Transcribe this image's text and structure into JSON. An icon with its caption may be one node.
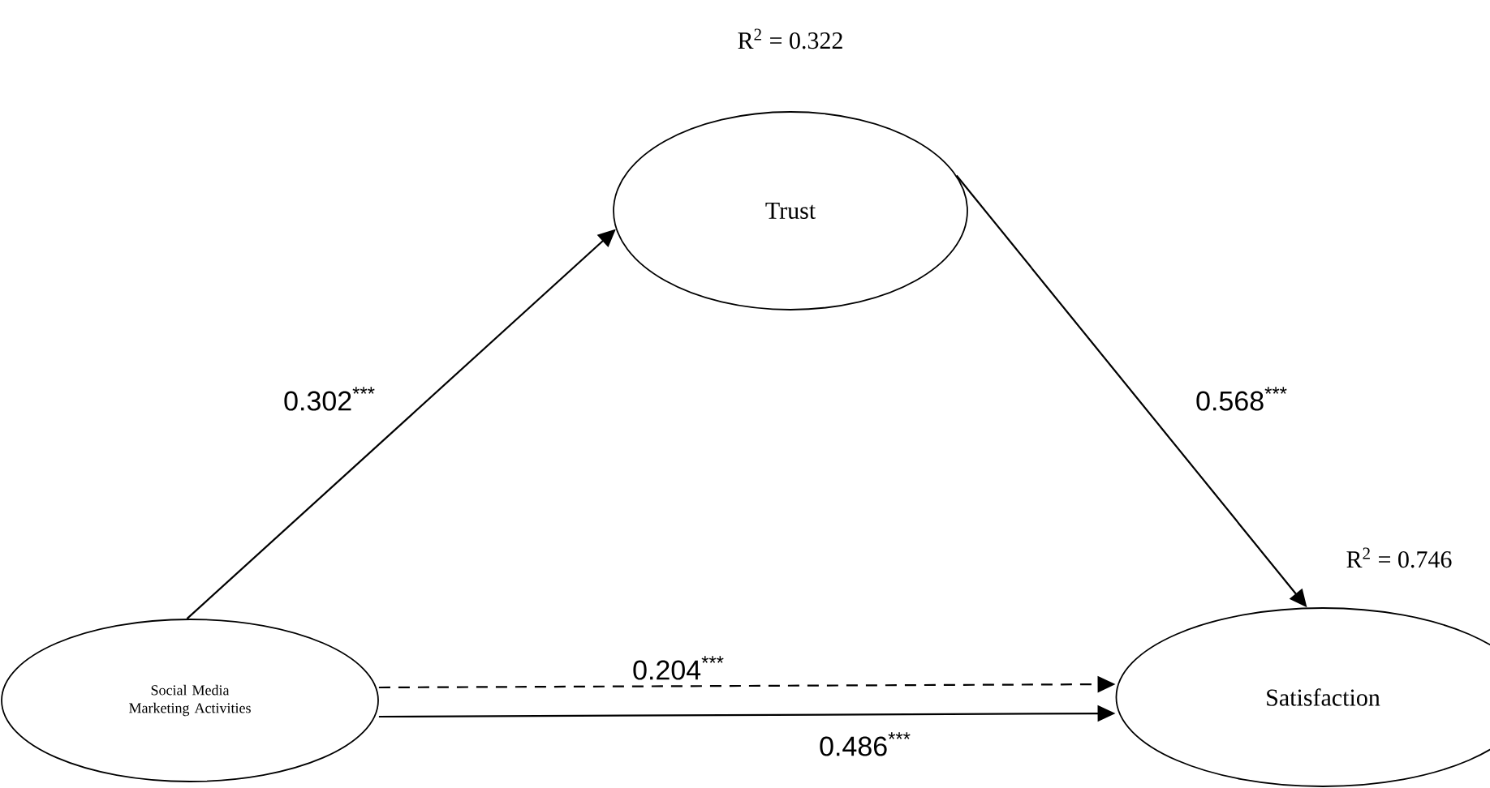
{
  "diagram": {
    "nodes": [
      {
        "text": [
          "Social Media Marketing Activities"
        ]
      },
      {
        "text": [
          "Trust"
        ],
        "beside": [
          "R$^{2}$ = 0.322"
        ]
      },
      {
        "text": [
          "Satisfaction"
        ],
        "beside": [
          "R$^{2}$ = 0.746"
        ]
      }
    ],
    "edges": [
      {
        "from": 0,
        "to": 1,
        "arrow": "to",
        "label": "0.302$^{***}$"
      },
      {
        "from": 1,
        "to": 2,
        "arrow": "to",
        "label": "0.568$^{***}$"
      },
      {
        "from": 0,
        "to": 2,
        "arrow": "to",
        "label": "0.204$^{***}$",
        "style": "dashed"
      },
      {
        "from": 0,
        "to": 2,
        "arrow": "to",
        "label": "0.486$^{***}$"
      }
    ]
  }
}
